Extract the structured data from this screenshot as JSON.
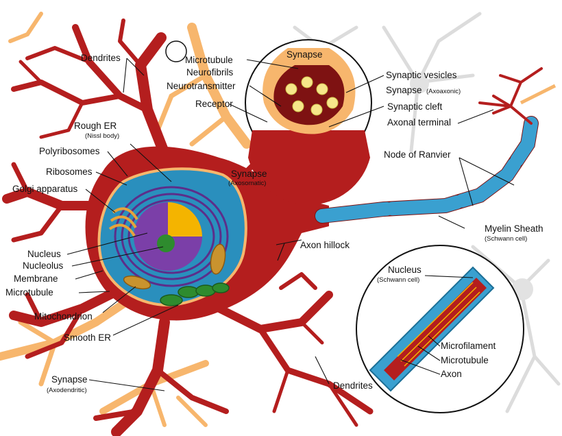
{
  "diagram": {
    "labels": {
      "dendrites_top": "Dendrites",
      "rough_er": "Rough ER",
      "rough_er_sub": "(Nissl body)",
      "polyribosomes": "Polyribosomes",
      "ribosomes": "Ribosomes",
      "golgi": "Golgi apparatus",
      "nucleus": "Nucleus",
      "nucleolus": "Nucleolus",
      "membrane": "Membrane",
      "microtubule_soma": "Microtubule",
      "mitochondrion": "Mitochondrion",
      "smooth_er": "Smooth ER",
      "synapse_axodendritic": "Synapse",
      "synapse_axodendritic_sub": "(Axodendritic)",
      "synapse_axosomatic": "Synapse",
      "synapse_axosomatic_sub": "(Axosomatic)",
      "axon_hillock": "Axon hillock",
      "dendrites_bottom": "Dendrites",
      "microtubule_synapse": "Microtubule",
      "neurofibrils": "Neurofibrils",
      "neurotransmitter": "Neurotransmitter",
      "receptor": "Receptor",
      "synapse_inset_title": "Synapse",
      "synaptic_vesicles": "Synaptic vesicles",
      "synapse_axoaxonic": "Synapse",
      "synapse_axoaxonic_sub": "(Axoaxonic)",
      "synaptic_cleft": "Synaptic cleft",
      "axonal_terminal": "Axonal terminal",
      "node_of_ranvier": "Node of Ranvier",
      "myelin_sheath": "Myelin Sheath",
      "myelin_sheath_sub": "(Schwann cell)",
      "nucleus_schwann": "Nucleus",
      "nucleus_schwann_sub": "(Schwann cell)",
      "microfilament": "Microfilament",
      "microtubule_axon": "Microtubule",
      "axon": "Axon"
    },
    "colors": {
      "neuron": "#b41e1e",
      "neuron_dark": "#7e1212",
      "dendrite_orange": "#f7b66d",
      "cytoplasm": "#2a8fbd",
      "nucleus": "#7b3fa8",
      "nucleolus": "#f4b400",
      "myelin": "#3aa0d0",
      "background_neuron": "#d9d9d9"
    }
  }
}
